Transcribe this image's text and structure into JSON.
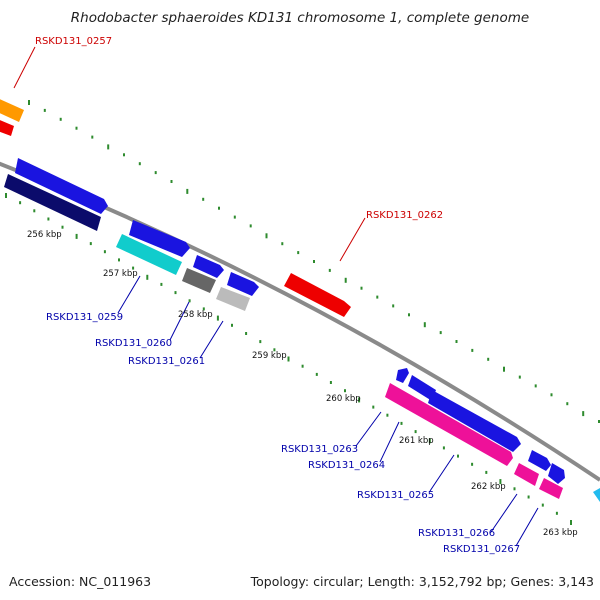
{
  "title": "Rhodobacter sphaeroides KD131 chromosome 1, complete genome",
  "footer": {
    "accession": "Accession: NC_011963",
    "topology": "Topology: circular; Length: 3,152,792 bp; Genes: 3,143"
  },
  "colors": {
    "backbone": "#8a8a8a",
    "tick": "#2e8b2e",
    "label_forward": "#cc0000",
    "label_reverse": "#0000aa"
  },
  "kbp_labels": [
    "256 kbp",
    "257 kbp",
    "258 kbp",
    "259 kbp",
    "260 kbp",
    "261 kbp",
    "262 kbp",
    "263 kbp"
  ],
  "gene_labels": [
    "RSKD131_0257",
    "RSKD131_0259",
    "RSKD131_0260",
    "RSKD131_0261",
    "RSKD131_0262",
    "RSKD131_0263",
    "RSKD131_0264",
    "RSKD131_0265",
    "RSKD131_0266",
    "RSKD131_0267"
  ]
}
